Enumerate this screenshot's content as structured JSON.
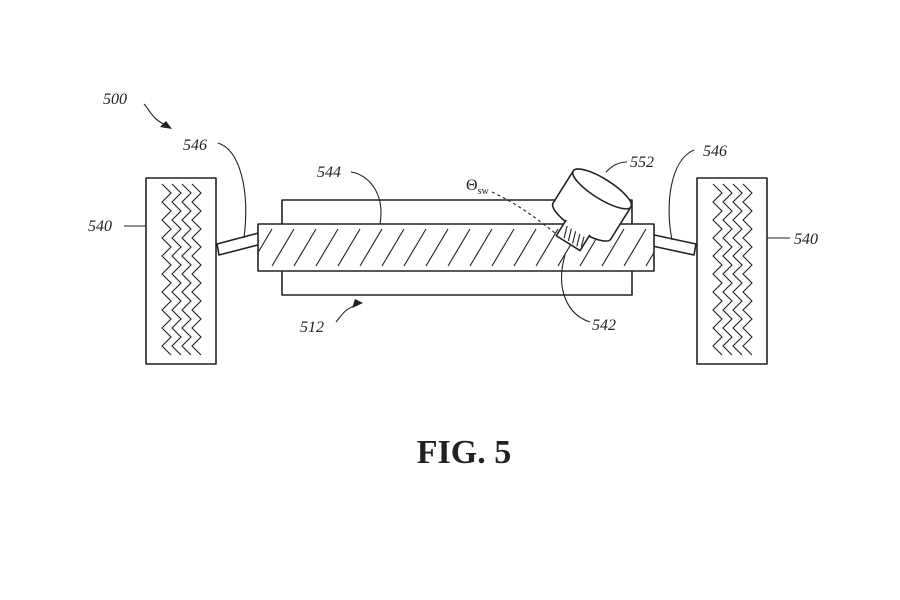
{
  "figure": {
    "title": "FIG. 5",
    "stroke_color": "#222222",
    "background_color": "#ffffff"
  },
  "labels": {
    "system": "500",
    "left_tire": "540",
    "right_tire": "540",
    "left_tie_rod": "546",
    "right_tie_rod": "546",
    "rack_housing": "544",
    "steering_rack": "512",
    "pinion": "542",
    "sensor": "552",
    "steering_angle_base": "Θ",
    "steering_angle_sub": "sw"
  }
}
